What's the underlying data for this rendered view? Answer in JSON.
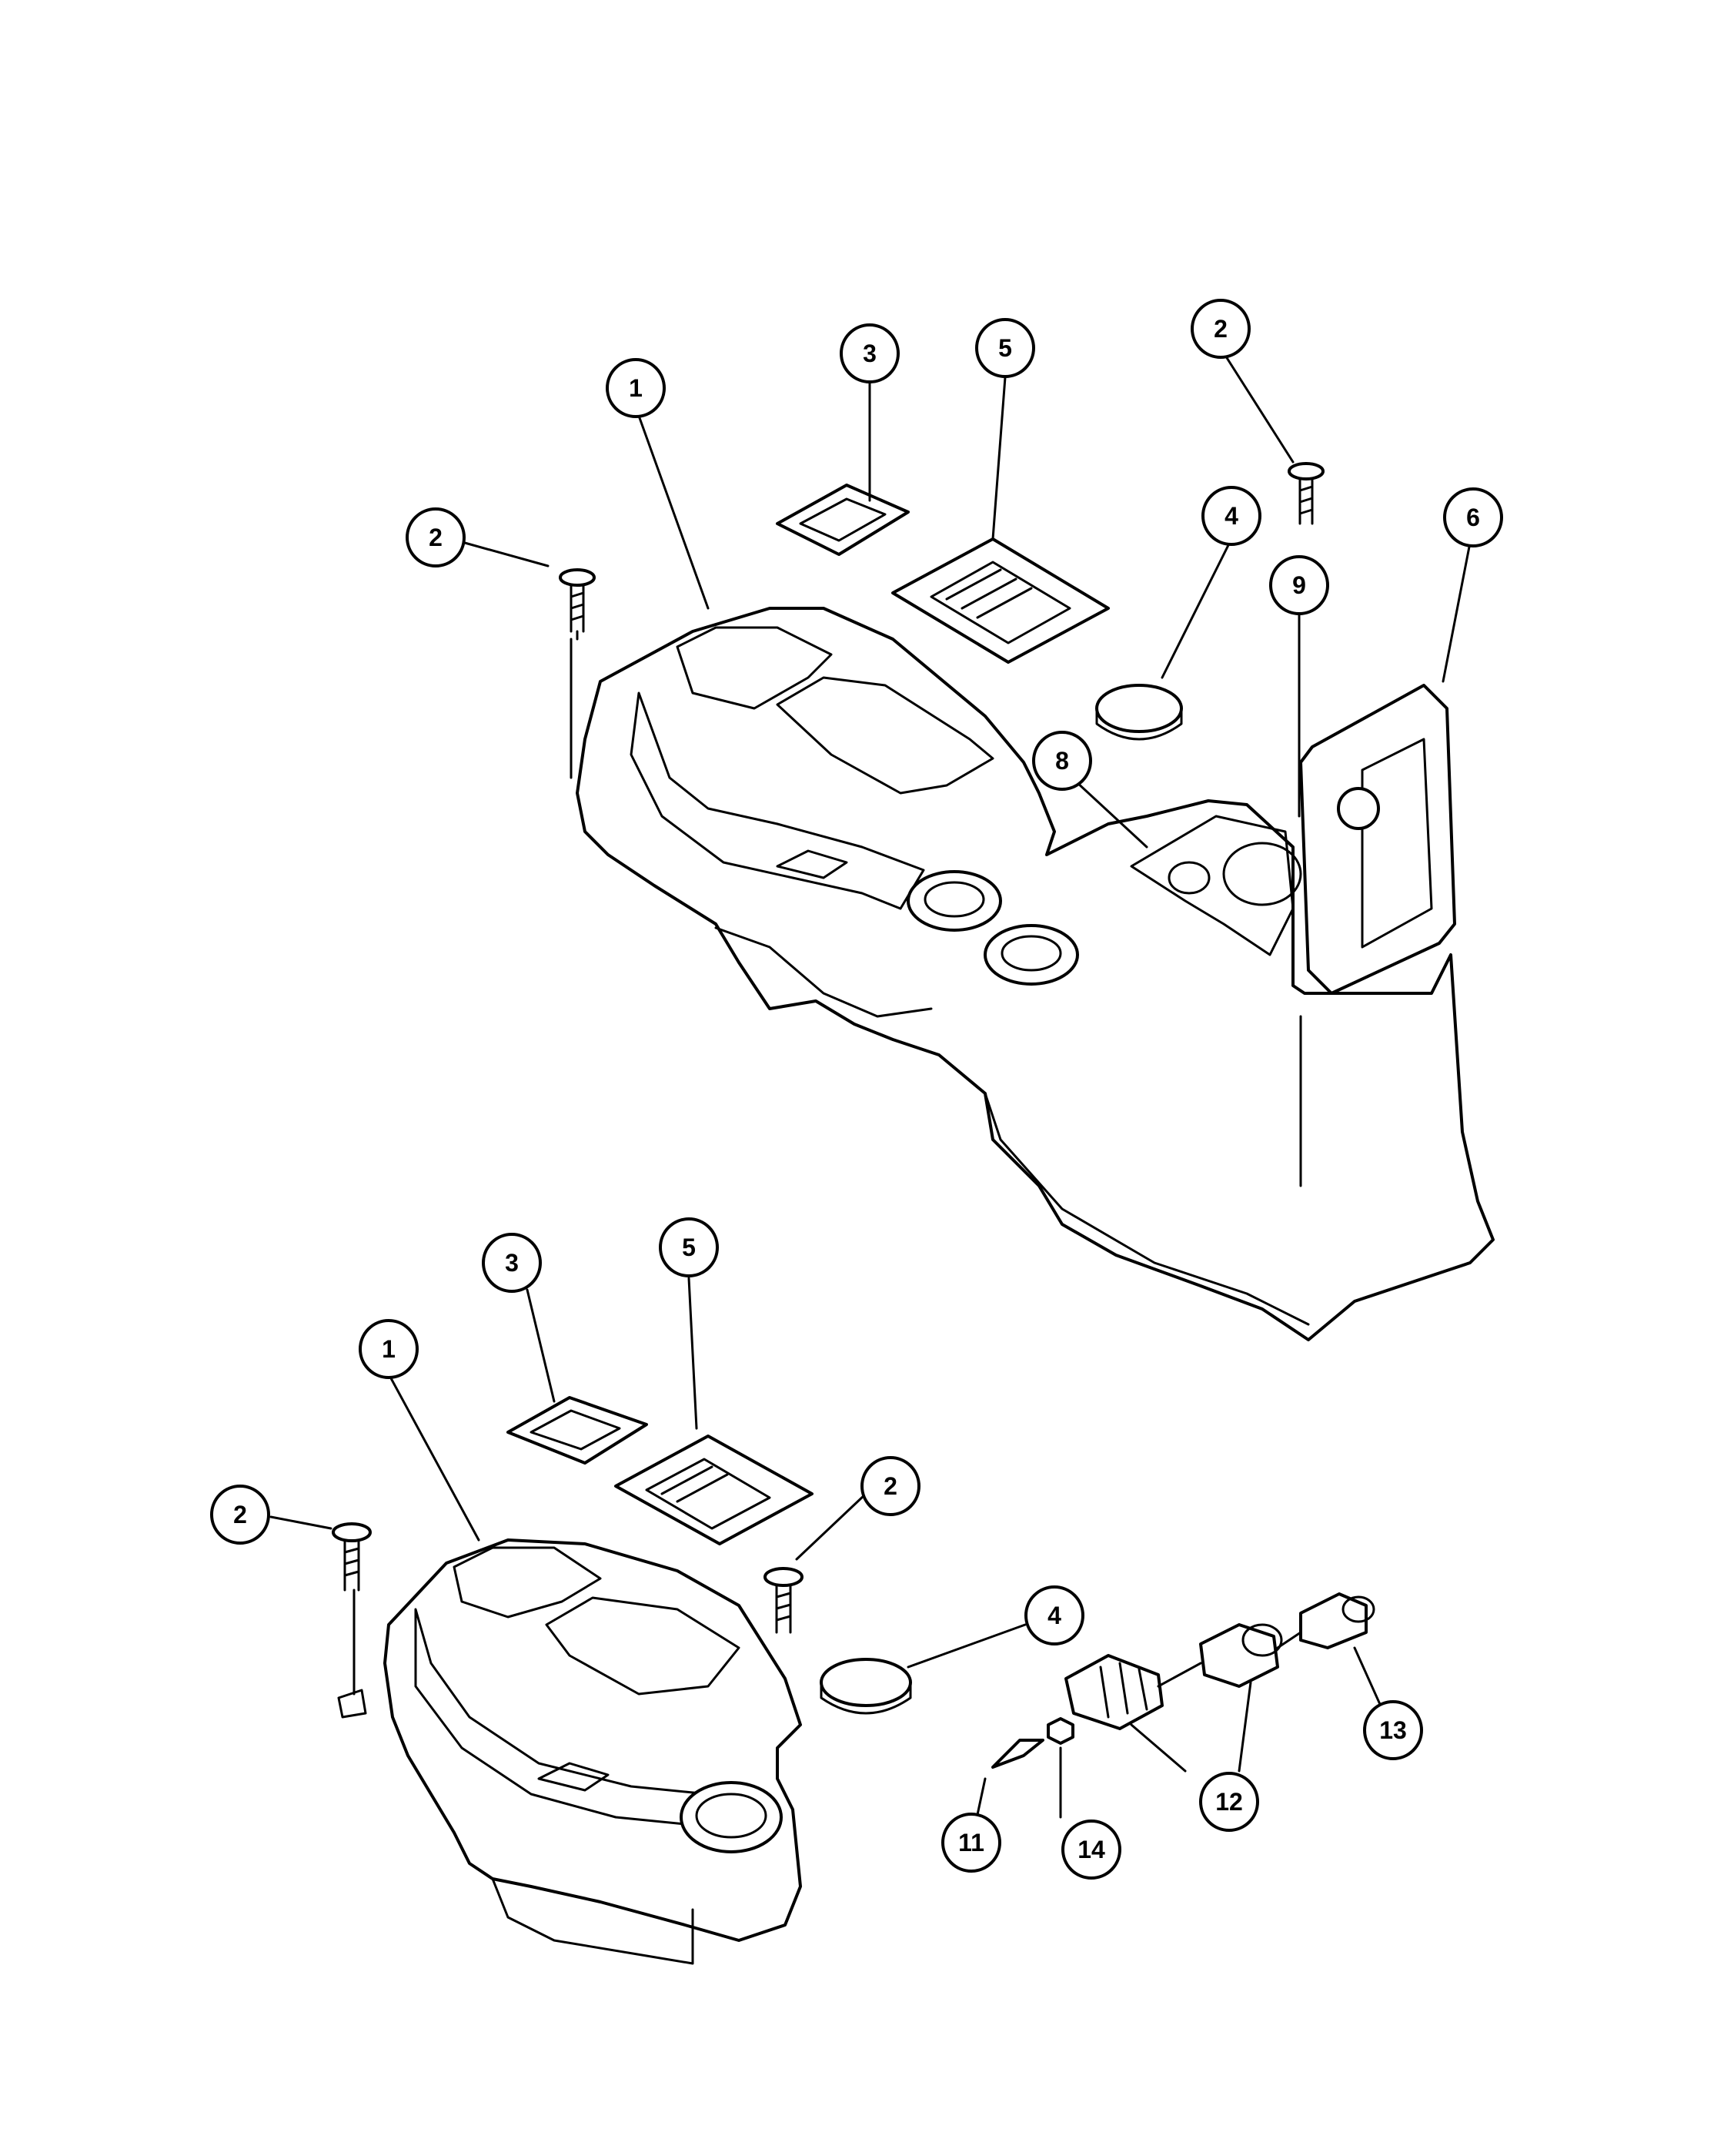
{
  "callouts": {
    "upper": {
      "c1": "1",
      "c2a": "2",
      "c2b": "2",
      "c3": "3",
      "c4": "4",
      "c5": "5",
      "c6": "6",
      "c8": "8",
      "c9": "9"
    },
    "lower": {
      "c1": "1",
      "c2a": "2",
      "c2b": "2",
      "c3": "3",
      "c4": "4",
      "c5": "5",
      "c11": "11",
      "c12": "12",
      "c13": "13",
      "c14": "14"
    }
  },
  "colors": {
    "line": "#000000",
    "background": "#ffffff"
  }
}
